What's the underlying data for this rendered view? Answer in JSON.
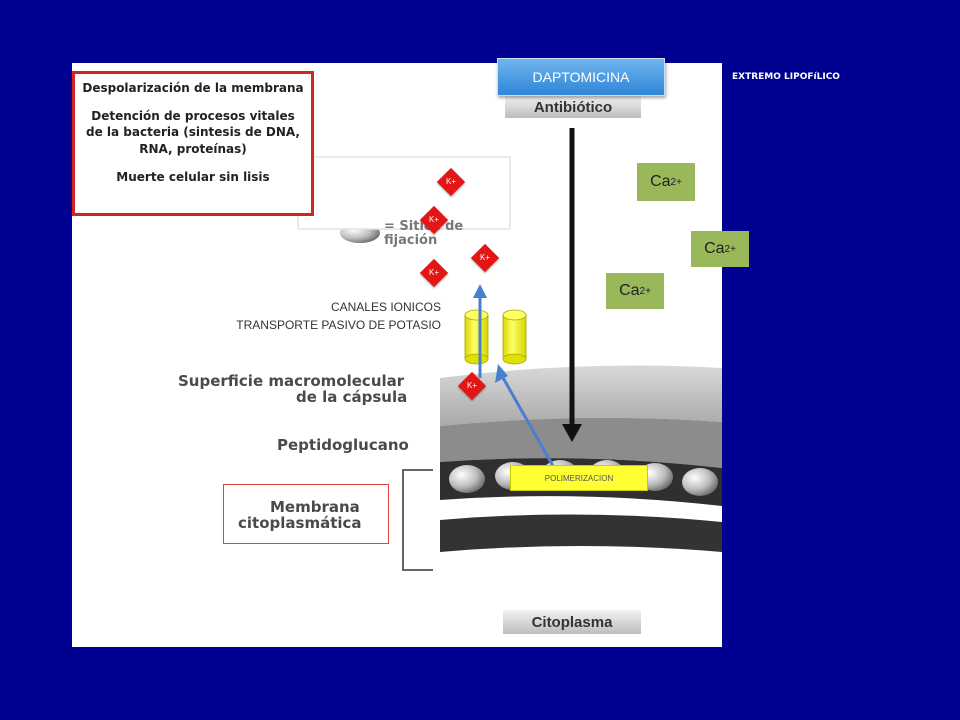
{
  "header": {
    "lipophilic_label": "EXTREMO LIPOFíLICO"
  },
  "drug": {
    "name": "DAPTOMICINA"
  },
  "figure_labels": {
    "antibiotic": "Antibiótico",
    "binding_sites": "= Sitios de fijación",
    "surface_line1": "Superficie macromolecular",
    "surface_line2": "de la cápsula",
    "peptidoglycan": "Peptidoglucano",
    "membrane_line1": "Membrana",
    "membrane_line2": "citoplasmática",
    "cytoplasm": "Citoplasma"
  },
  "effects_box": {
    "line1": "Despolarización de la membrana",
    "line2": "Detención de procesos vitales de la bacteria (sintesis  de DNA, RNA, proteínas)",
    "line3": "Muerte celular sin lisis"
  },
  "calcium": {
    "base": "Ca",
    "superscript": "2+"
  },
  "potassium_label": "K+",
  "channels": {
    "line1": "CANALES IONICOS",
    "line2": "TRANSPORTE PASIVO DE POTASIO"
  },
  "polymerization": "POLIMERIZACION",
  "colors": {
    "background": "#000091",
    "potassium": "#e31616",
    "calcium": "#98b85a",
    "channel": "#ffff33",
    "arrow": "#4a7fd0",
    "box_border": "#d32222"
  }
}
